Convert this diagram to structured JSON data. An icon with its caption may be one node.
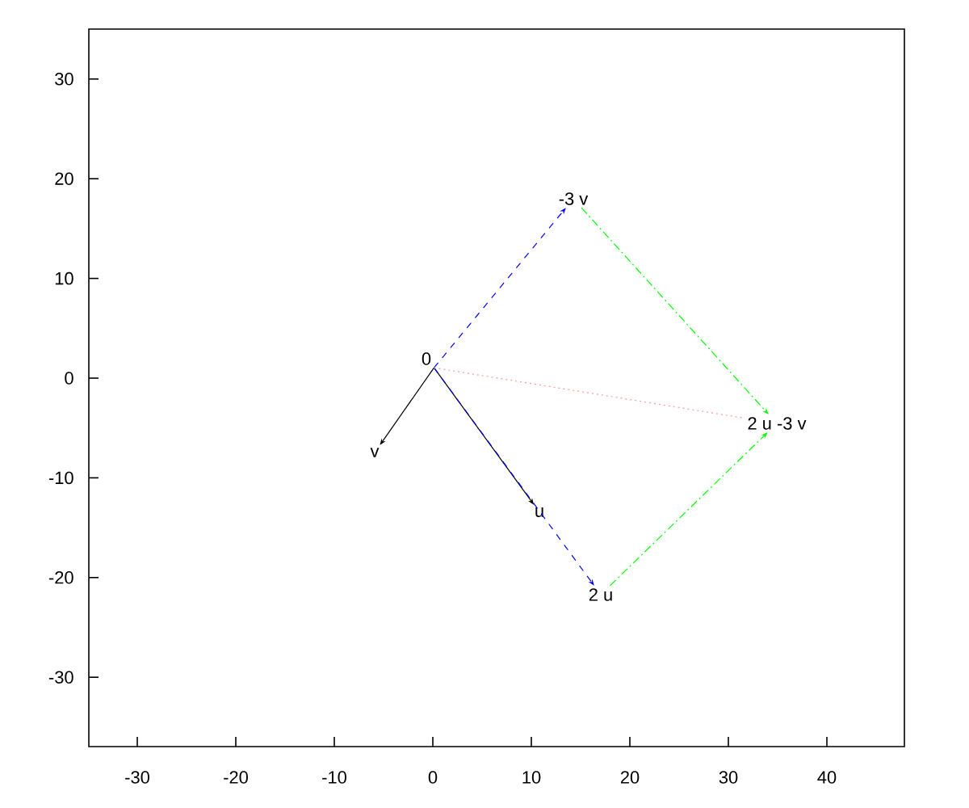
{
  "diagram": {
    "nodes": [
      {
        "text": [
          "-3 v"
        ]
      },
      {
        "text": [
          "0"
        ]
      },
      {
        "text": [
          "2 u -3 v"
        ]
      },
      {
        "text": [
          "v"
        ]
      },
      {
        "text": [
          "u"
        ]
      },
      {
        "text": [
          "2 u"
        ]
      }
    ],
    "edges": [
      {
        "from": 1,
        "to": 4,
        "arrow": "to"
      },
      {
        "from": 1,
        "to": 3,
        "arrow": "to"
      },
      {
        "from": 1,
        "to": 5,
        "arrow": "to",
        "style": "dashed",
        "color": "#0000ff"
      },
      {
        "from": 1,
        "to": 0,
        "arrow": "to",
        "style": "dashed",
        "color": "#0000ff"
      },
      {
        "from": 0,
        "to": 2,
        "arrow": "to",
        "style": "dashed",
        "color": "#00ff00"
      },
      {
        "from": 5,
        "to": 2,
        "arrow": "to",
        "style": "dashed",
        "color": "#00ff00"
      },
      {
        "from": 1,
        "to": 2,
        "arrow": "none",
        "style": "dashed",
        "color": "#ff9999"
      }
    ],
    "labels": [
      "30",
      "20",
      "10",
      "0",
      "-10",
      "-20",
      "-30",
      "-30",
      "-20",
      "-10",
      "0",
      "10",
      "20",
      "30",
      "40"
    ]
  }
}
